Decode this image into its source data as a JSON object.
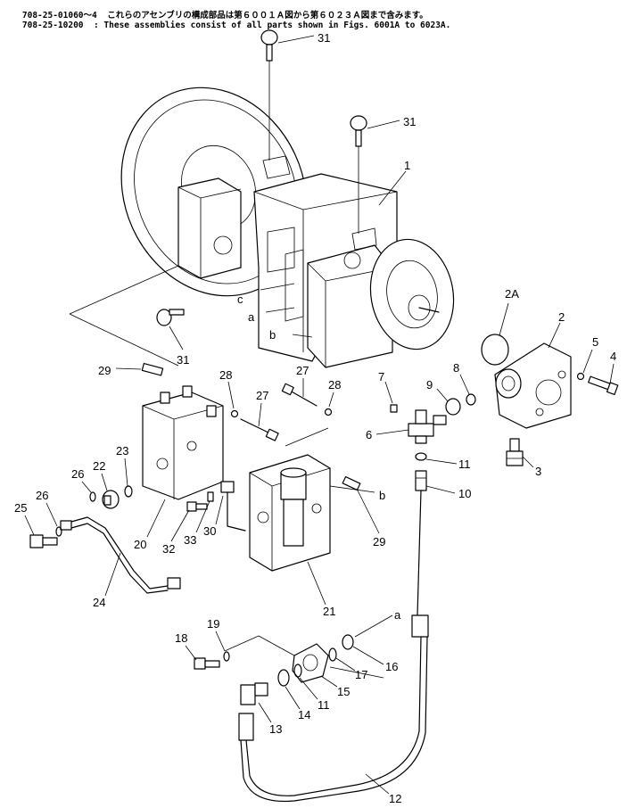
{
  "header": {
    "part_numbers_1": "708-25-01060～4",
    "note_jp": "これらのアセンブリの構成部品は第６００１Ａ図から第６０２３Ａ図まで含みます。",
    "part_numbers_2": "708-25-10200",
    "note_en": ": These assemblies consist of all parts shown in Figs. 6001A to 6023A."
  },
  "callouts": {
    "c1": "1",
    "c2": "2",
    "c2a": "2A",
    "c3": "3",
    "c4": "4",
    "c5": "5",
    "c6": "6",
    "c7": "7",
    "c8": "8",
    "c9": "9",
    "c10": "10",
    "c11a": "11",
    "c11b": "11",
    "c12": "12",
    "c13": "13",
    "c14": "14",
    "c15": "15",
    "c16": "16",
    "c17": "17",
    "c18": "18",
    "c19": "19",
    "c20": "20",
    "c21": "21",
    "c22": "22",
    "c23": "23",
    "c24": "24",
    "c25": "25",
    "c26a": "26",
    "c26b": "26",
    "c27a": "27",
    "c27b": "27",
    "c28a": "28",
    "c28b": "28",
    "c29a": "29",
    "c29b": "29",
    "c30": "30",
    "c31a": "31",
    "c31b": "31",
    "c31c": "31",
    "c32": "32",
    "c33": "33",
    "a": "a",
    "b": "b",
    "c": "c"
  }
}
